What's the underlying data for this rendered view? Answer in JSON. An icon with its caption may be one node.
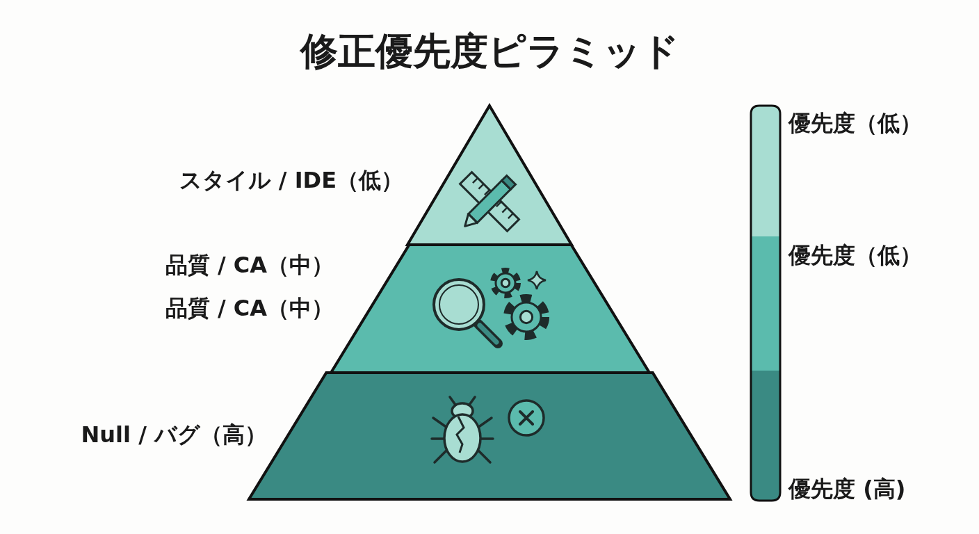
{
  "diagram": {
    "title": "修正優先度ピラミッド",
    "nodes": [
      {
        "text": [],
        "shape": "triangle",
        "beside": [
          "スタイル / IDE（低）"
        ]
      },
      {
        "text": [],
        "shape": "trapezoid",
        "beside": [
          "品質 / CA（中）",
          "品質 / CA（中）"
        ]
      },
      {
        "text": [],
        "shape": "trapezoid",
        "beside": [
          "Null / バグ（高）"
        ]
      },
      {
        "text": [],
        "shape": "bar",
        "beside": [
          "優先度（低）"
        ]
      },
      {
        "text": [],
        "shape": "bar",
        "beside": [
          "優先度（低）"
        ]
      },
      {
        "text": [],
        "shape": "bar",
        "beside": [
          "優先度 (高)"
        ]
      }
    ]
  }
}
